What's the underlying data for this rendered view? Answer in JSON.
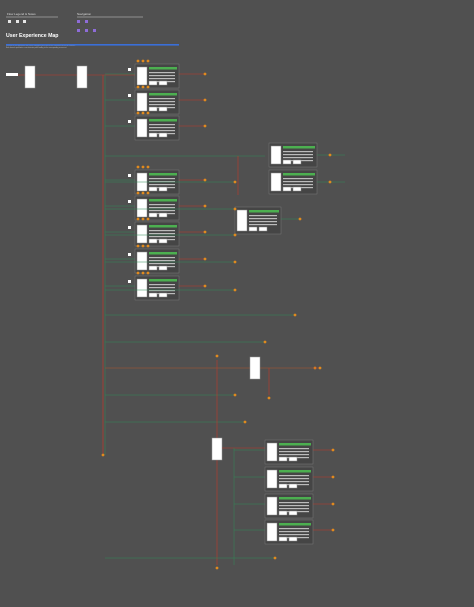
{
  "header": {
    "left_label": "Flow Legend & Notes",
    "right_label": "Navigation",
    "title": "User Experience Map",
    "description": "Overview of the application user flows, navigation paths and screen transitions across all modules. Each branch represents a user decision point leading to the corresponding screen set."
  },
  "colors": {
    "background": "#505050",
    "accent_bar": "#3a6fd8",
    "line_red": "#c0392b",
    "line_green": "#2e8b57",
    "node_orange": "#e08a1e",
    "node_green": "#3cb371",
    "node_purple": "#8e6cd8",
    "card_header": "#4caf50"
  },
  "icons": [
    "legend-square-icon",
    "purple-user-icon"
  ]
}
